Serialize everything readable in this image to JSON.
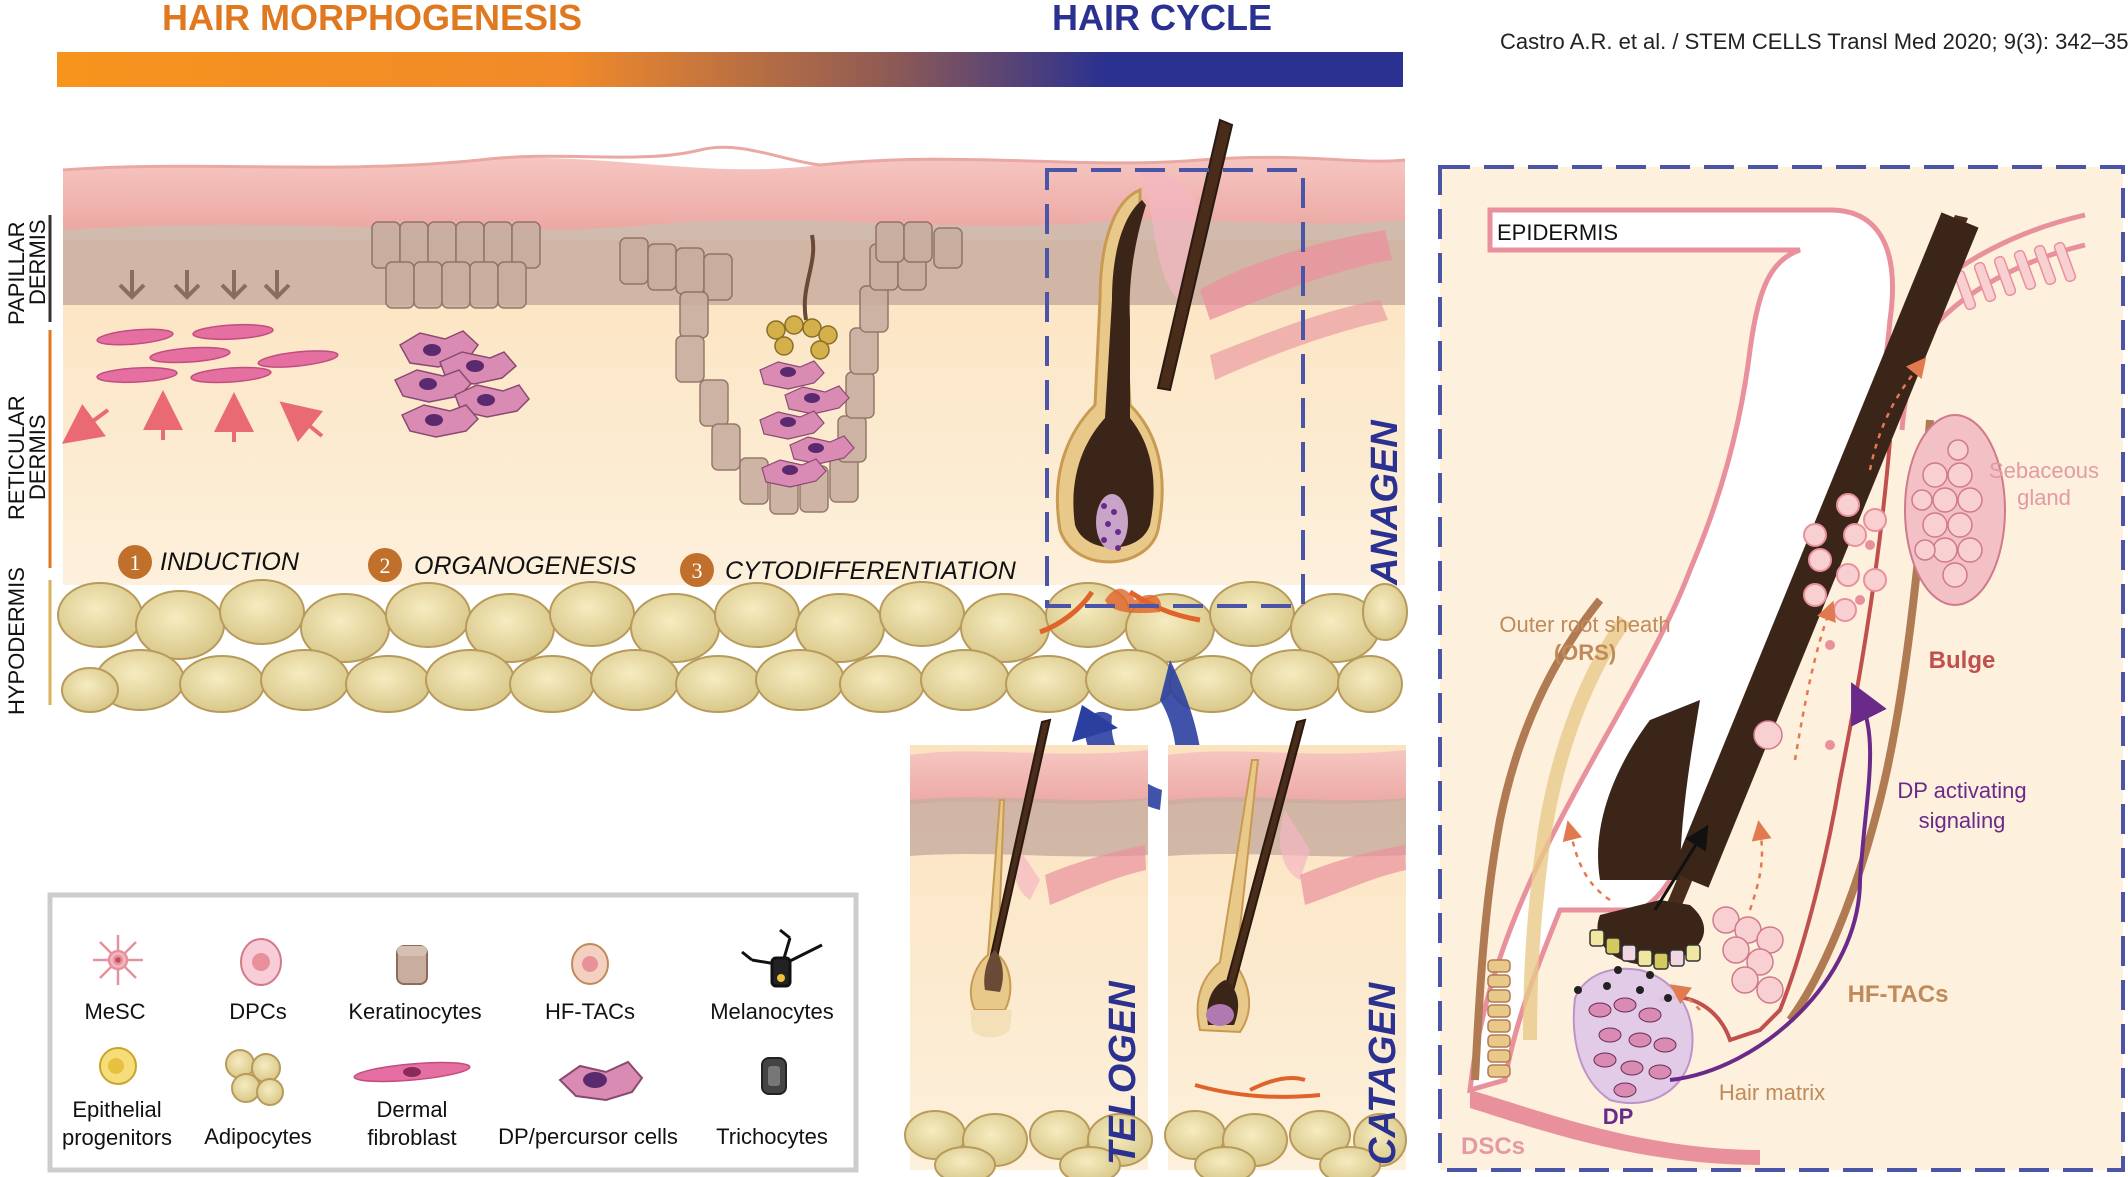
{
  "header": {
    "left_title": "HAIR MORPHOGENESIS",
    "right_title": "HAIR CYCLE",
    "citation": "Castro A.R. et al. / STEM CELLS Transl Med 2020; 9(3): 342–350",
    "colors": {
      "left": "#f7941d",
      "right": "#2b3190"
    }
  },
  "layers": {
    "papillar": [
      "PAPILLAR",
      "DERMIS"
    ],
    "reticular": [
      "RETICULAR",
      "DERMIS"
    ],
    "hypodermis": "HYPODERMIS"
  },
  "stages": [
    {
      "number": "1",
      "label": "INDUCTION"
    },
    {
      "number": "2",
      "label": "ORGANOGENESIS"
    },
    {
      "number": "3",
      "label": "CYTODIFFERENTIATION"
    }
  ],
  "cycle": {
    "anagen": "ANAGEN",
    "telogen": "TELOGEN",
    "catagen": "CATAGEN"
  },
  "detail": {
    "epidermis": "EPIDERMIS",
    "sebaceous": [
      "Sebaceous",
      "gland"
    ],
    "ors": [
      "Outer root sheath",
      "(ORS)"
    ],
    "bulge": "Bulge",
    "dp_signal": [
      "DP activating",
      "signaling"
    ],
    "hf_tacs": "HF-TACs",
    "hair_matrix": "Hair matrix",
    "dp": "DP",
    "dscs": "DSCs"
  },
  "legend": {
    "items": [
      {
        "icon": "mesc-icon",
        "label": [
          "MeSC"
        ]
      },
      {
        "icon": "dpc-icon",
        "label": [
          "DPCs"
        ]
      },
      {
        "icon": "keratinocyte-icon",
        "label": [
          "Keratinocytes"
        ]
      },
      {
        "icon": "hf-tac-icon",
        "label": [
          "HF-TACs"
        ]
      },
      {
        "icon": "melanocyte-icon",
        "label": [
          "Melanocytes"
        ]
      },
      {
        "icon": "epithelial-progenitor-icon",
        "label": [
          "Epithelial",
          "progenitors"
        ]
      },
      {
        "icon": "adipocyte-icon",
        "label": [
          "Adipocytes"
        ]
      },
      {
        "icon": "dermal-fibroblast-icon",
        "label": [
          "Dermal",
          "fibroblast"
        ]
      },
      {
        "icon": "dp-precursor-icon",
        "label": [
          "DP/percursor cells"
        ]
      },
      {
        "icon": "trichocyte-icon",
        "label": [
          "Trichocytes"
        ]
      }
    ]
  }
}
